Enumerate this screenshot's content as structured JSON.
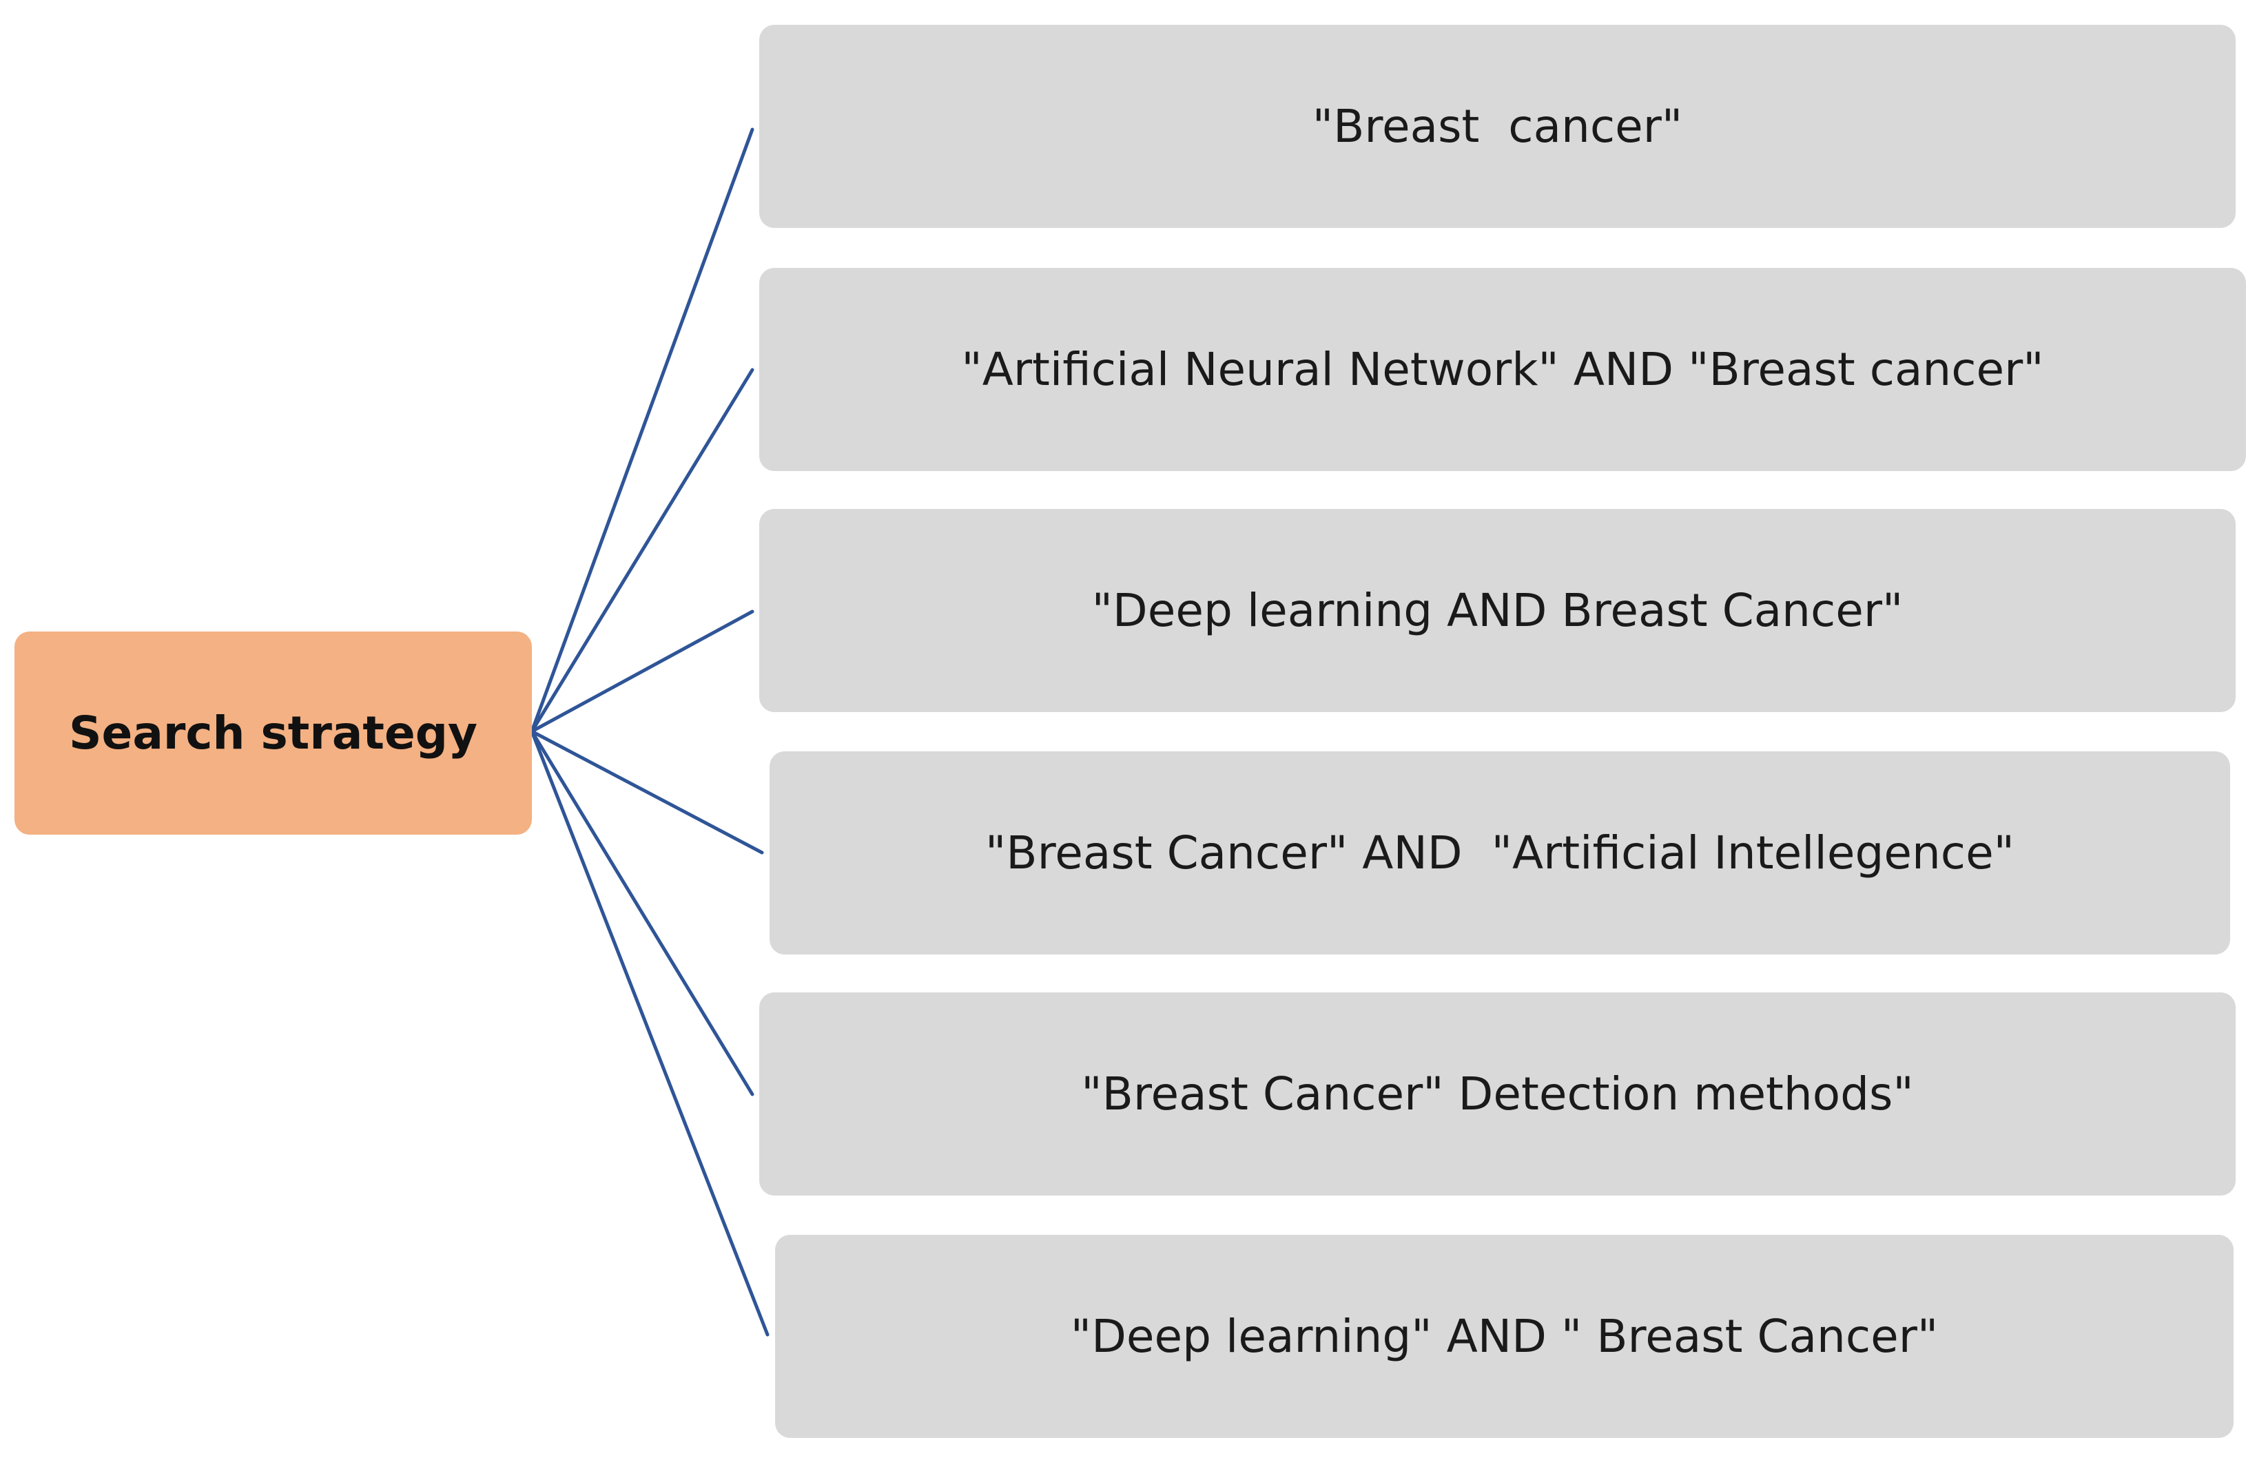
{
  "diagram": {
    "root": {
      "label": "Search strategy",
      "fill_color": "#f4b183"
    },
    "connector_color": "#2f5597",
    "query_fill_color": "#d9d9d9",
    "queries": [
      {
        "label": "\"Breast  cancer\""
      },
      {
        "label": "\"Artificial Neural Network\" AND \"Breast cancer\""
      },
      {
        "label": "\"Deep learning AND Breast Cancer\""
      },
      {
        "label": "\"Breast Cancer\" AND  \"Artificial Intellegence\""
      },
      {
        "label": "\"Breast Cancer\" Detection methods\""
      },
      {
        "label": "\"Deep learning\" AND \" Breast Cancer\""
      }
    ]
  }
}
